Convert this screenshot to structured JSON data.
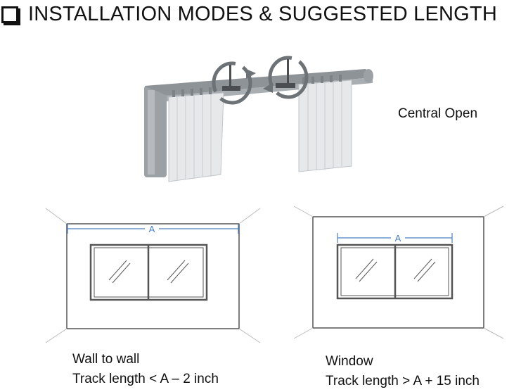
{
  "title": "INSTALLATION MODES & SUGGESTED LENGTH",
  "central_open": {
    "label": "Central Open"
  },
  "wall_to_wall": {
    "dimension_label": "A",
    "caption_line1": "Wall to wall",
    "caption_line2": "Track length < A – 2 inch"
  },
  "window": {
    "dimension_label": "A",
    "caption_line1": "Window",
    "caption_line2": "Track length > A + 15 inch"
  },
  "colors": {
    "dimension_blue": "#4a7fc0",
    "outline": "#555555",
    "rail": "#8e9398",
    "curtain": "#e6e8ea"
  }
}
